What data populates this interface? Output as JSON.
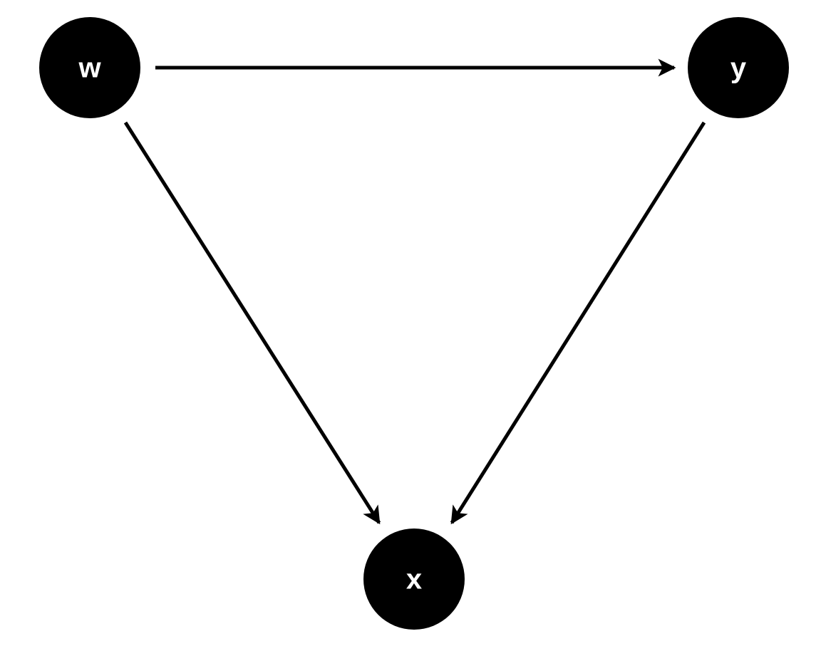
{
  "diagram": {
    "type": "directed-acyclic-graph",
    "colors": {
      "background": "#ffffff",
      "node_fill": "#000000",
      "node_text": "#ffffff",
      "edge": "#000000"
    },
    "nodes": [
      {
        "id": "w",
        "label": "w"
      },
      {
        "id": "y",
        "label": "y"
      },
      {
        "id": "x",
        "label": "x"
      }
    ],
    "edges": [
      {
        "from": "w",
        "to": "y"
      },
      {
        "from": "w",
        "to": "x"
      },
      {
        "from": "y",
        "to": "x"
      }
    ]
  }
}
